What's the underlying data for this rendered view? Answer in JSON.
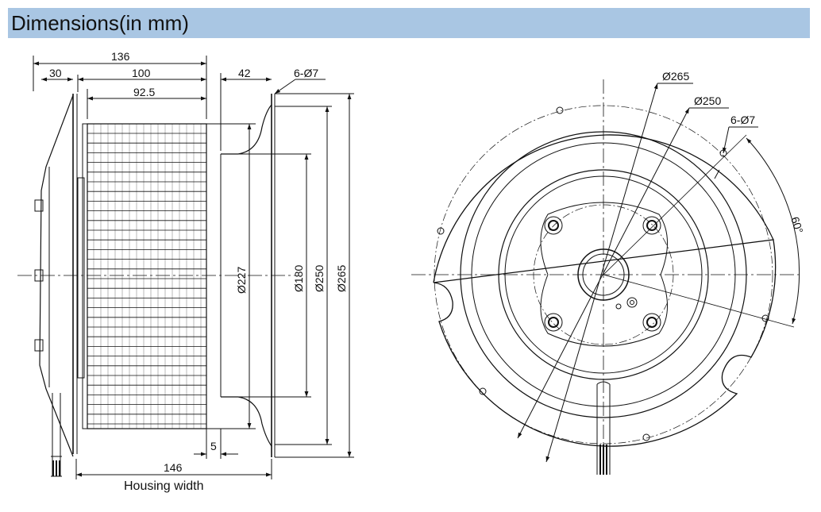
{
  "header": {
    "title": "Dimensions(in mm)"
  },
  "colors": {
    "header_bg": "#a9c6e3",
    "line": "#111111"
  },
  "side_view": {
    "dim_136": "136",
    "dim_30": "30",
    "dim_100": "100",
    "dim_92_5": "92.5",
    "dim_42": "42",
    "holes": "6-Ø7",
    "dia_227": "Ø227",
    "dia_180": "Ø180",
    "dia_250": "Ø250",
    "dia_265": "Ø265",
    "dim_5": "5",
    "dim_146": "146",
    "housing_label": "Housing width"
  },
  "front_view": {
    "dia_265": "Ø265",
    "dia_250": "Ø250",
    "holes": "6-Ø7",
    "angle": "60°"
  }
}
